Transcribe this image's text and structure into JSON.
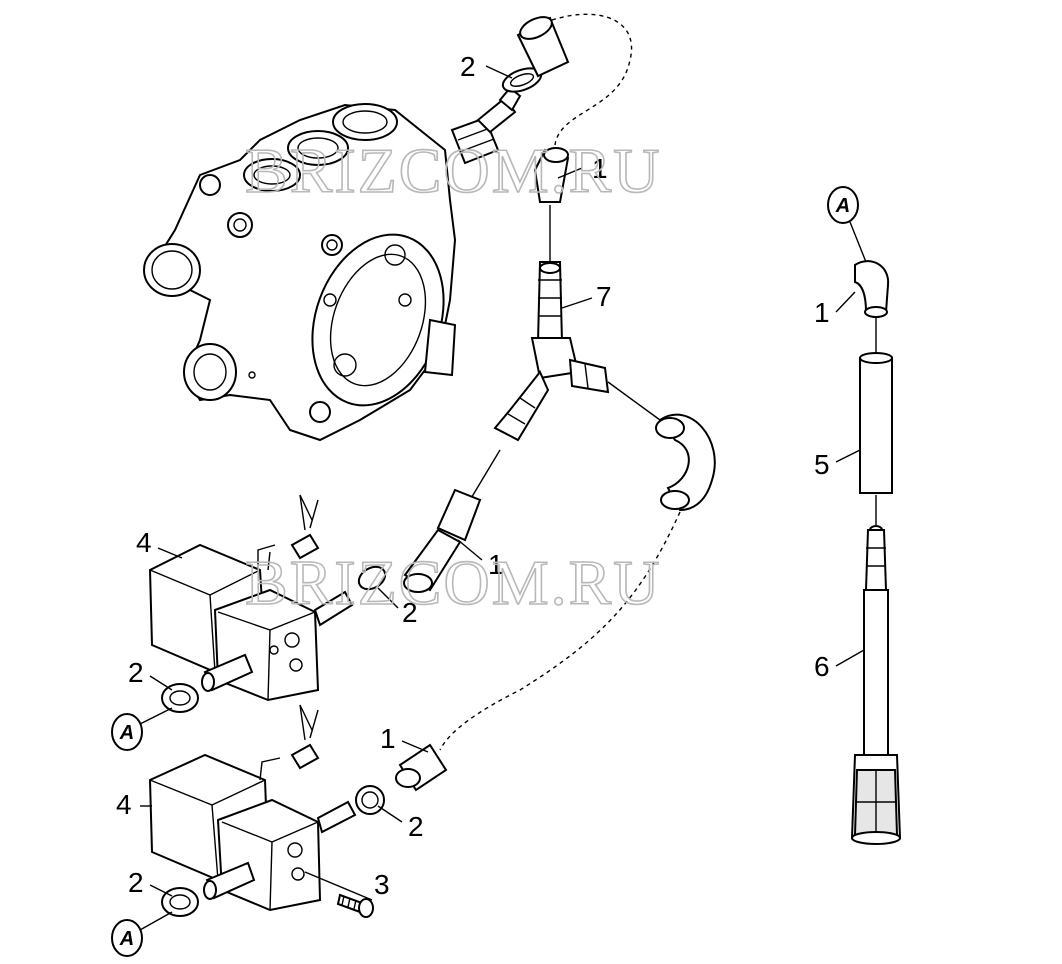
{
  "watermarks": [
    "BRIZCOM.RU",
    "BRIZCOM.RU"
  ],
  "callouts": {
    "c1_top": "1",
    "c2_top": "2",
    "c7": "7",
    "c1_tee": "1",
    "c2_valve1_right": "2",
    "c4_valve1": "4",
    "c2_valve1_left": "2",
    "c1_valve2": "1",
    "c4_valve2": "4",
    "c2_valve2_right": "2",
    "c3": "3",
    "c2_valve2_left": "2",
    "c1_right": "1",
    "c5": "5",
    "c6": "6"
  },
  "ref_marks": {
    "a_right": "A",
    "a_valve1": "A",
    "a_valve2": "A"
  }
}
